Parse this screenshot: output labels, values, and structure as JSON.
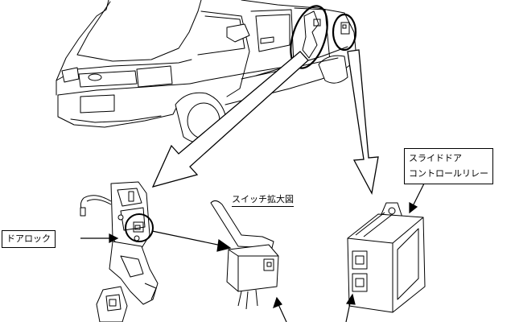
{
  "labels": {
    "door_lock": "ドアロック",
    "switch_enlarged": "スイッチ拡大図",
    "relay_line1": "スライドドア",
    "relay_line2": "コントロールリレー"
  },
  "colors": {
    "line": "#000000",
    "arrow_fill": "#ffffff",
    "background": "#ffffff"
  }
}
